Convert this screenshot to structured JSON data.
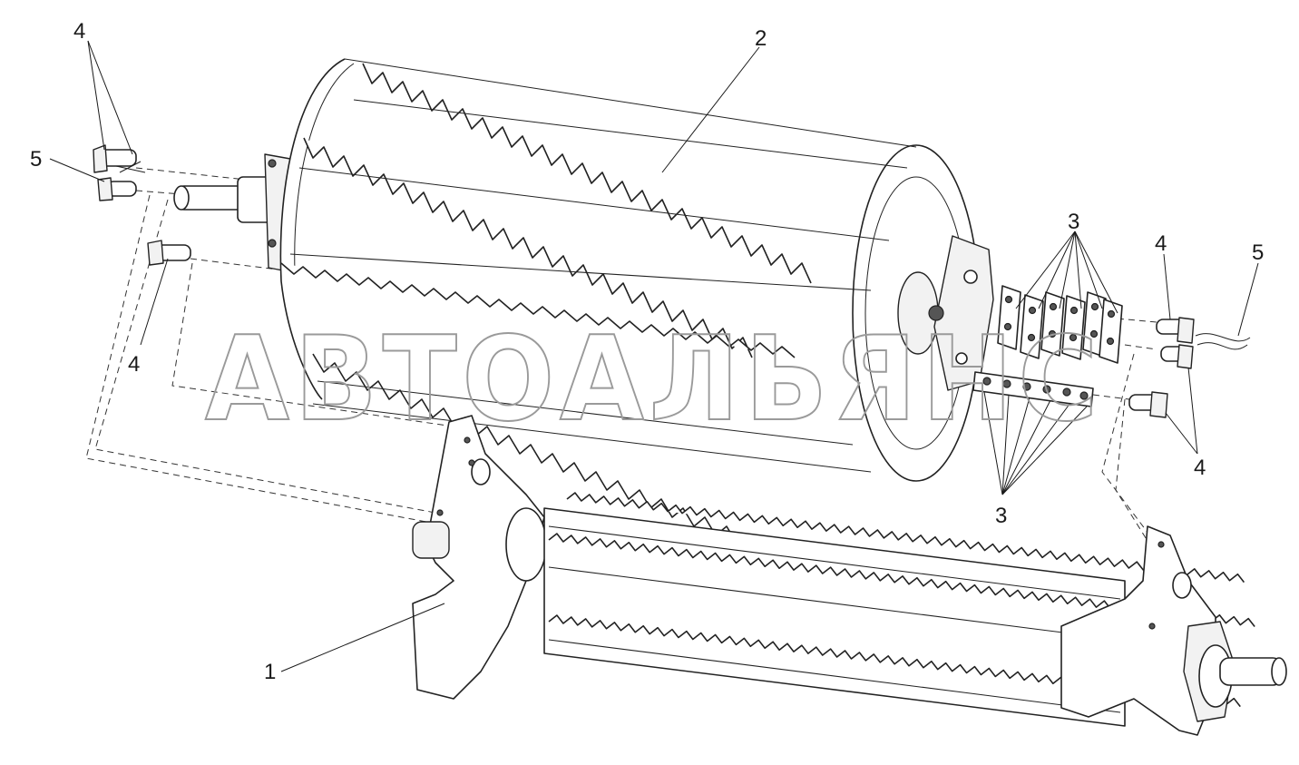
{
  "watermark": "АВТОАЛЬЯНС",
  "callouts": [
    {
      "id": "c-4-top-left",
      "text": "4"
    },
    {
      "id": "c-5-left",
      "text": "5"
    },
    {
      "id": "c-4-left-mid",
      "text": "4"
    },
    {
      "id": "c-2-top",
      "text": "2"
    },
    {
      "id": "c-3-upper",
      "text": "3"
    },
    {
      "id": "c-4-right-top",
      "text": "4"
    },
    {
      "id": "c-5-right",
      "text": "5"
    },
    {
      "id": "c-4-right-bottom",
      "text": "4"
    },
    {
      "id": "c-3-lower",
      "text": "3"
    },
    {
      "id": "c-1-bottom",
      "text": "1"
    }
  ]
}
